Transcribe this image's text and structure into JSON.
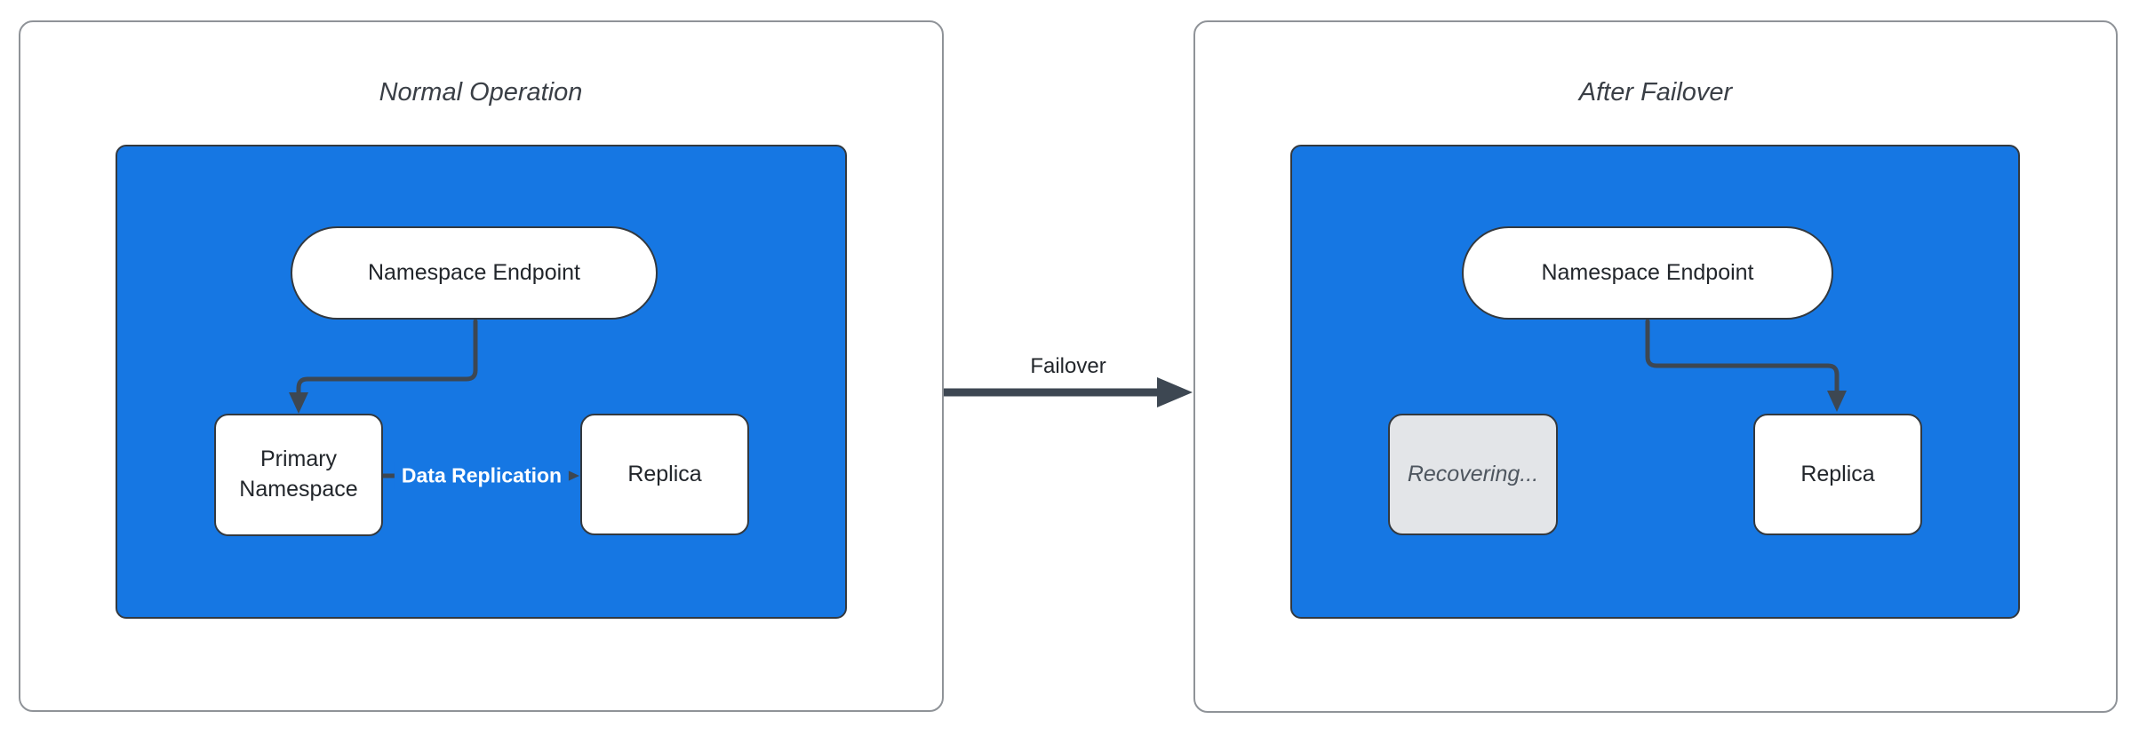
{
  "colors": {
    "canvas-bg": "#ffffff",
    "panel-border": "#8f9398",
    "cluster-blue": "#1677e3",
    "node-border": "#33393f",
    "node-text": "#22262b",
    "connector": "#3d4752",
    "recovering-bg": "#e3e5e8",
    "recovering-text": "#4e565f",
    "title-text": "#3a3f46",
    "edge-label-light": "#ffffff"
  },
  "panels": [
    {
      "title": "Normal Operation",
      "nodes": {
        "endpoint": "Namespace Endpoint",
        "primary": "Primary Namespace",
        "replica": "Replica"
      }
    },
    {
      "title": "After Failover",
      "nodes": {
        "endpoint": "Namespace Endpoint",
        "recovering": "Recovering...",
        "replica": "Replica"
      }
    }
  ],
  "edges": {
    "failover_label": "Failover",
    "replication_label": "Data Replication"
  }
}
